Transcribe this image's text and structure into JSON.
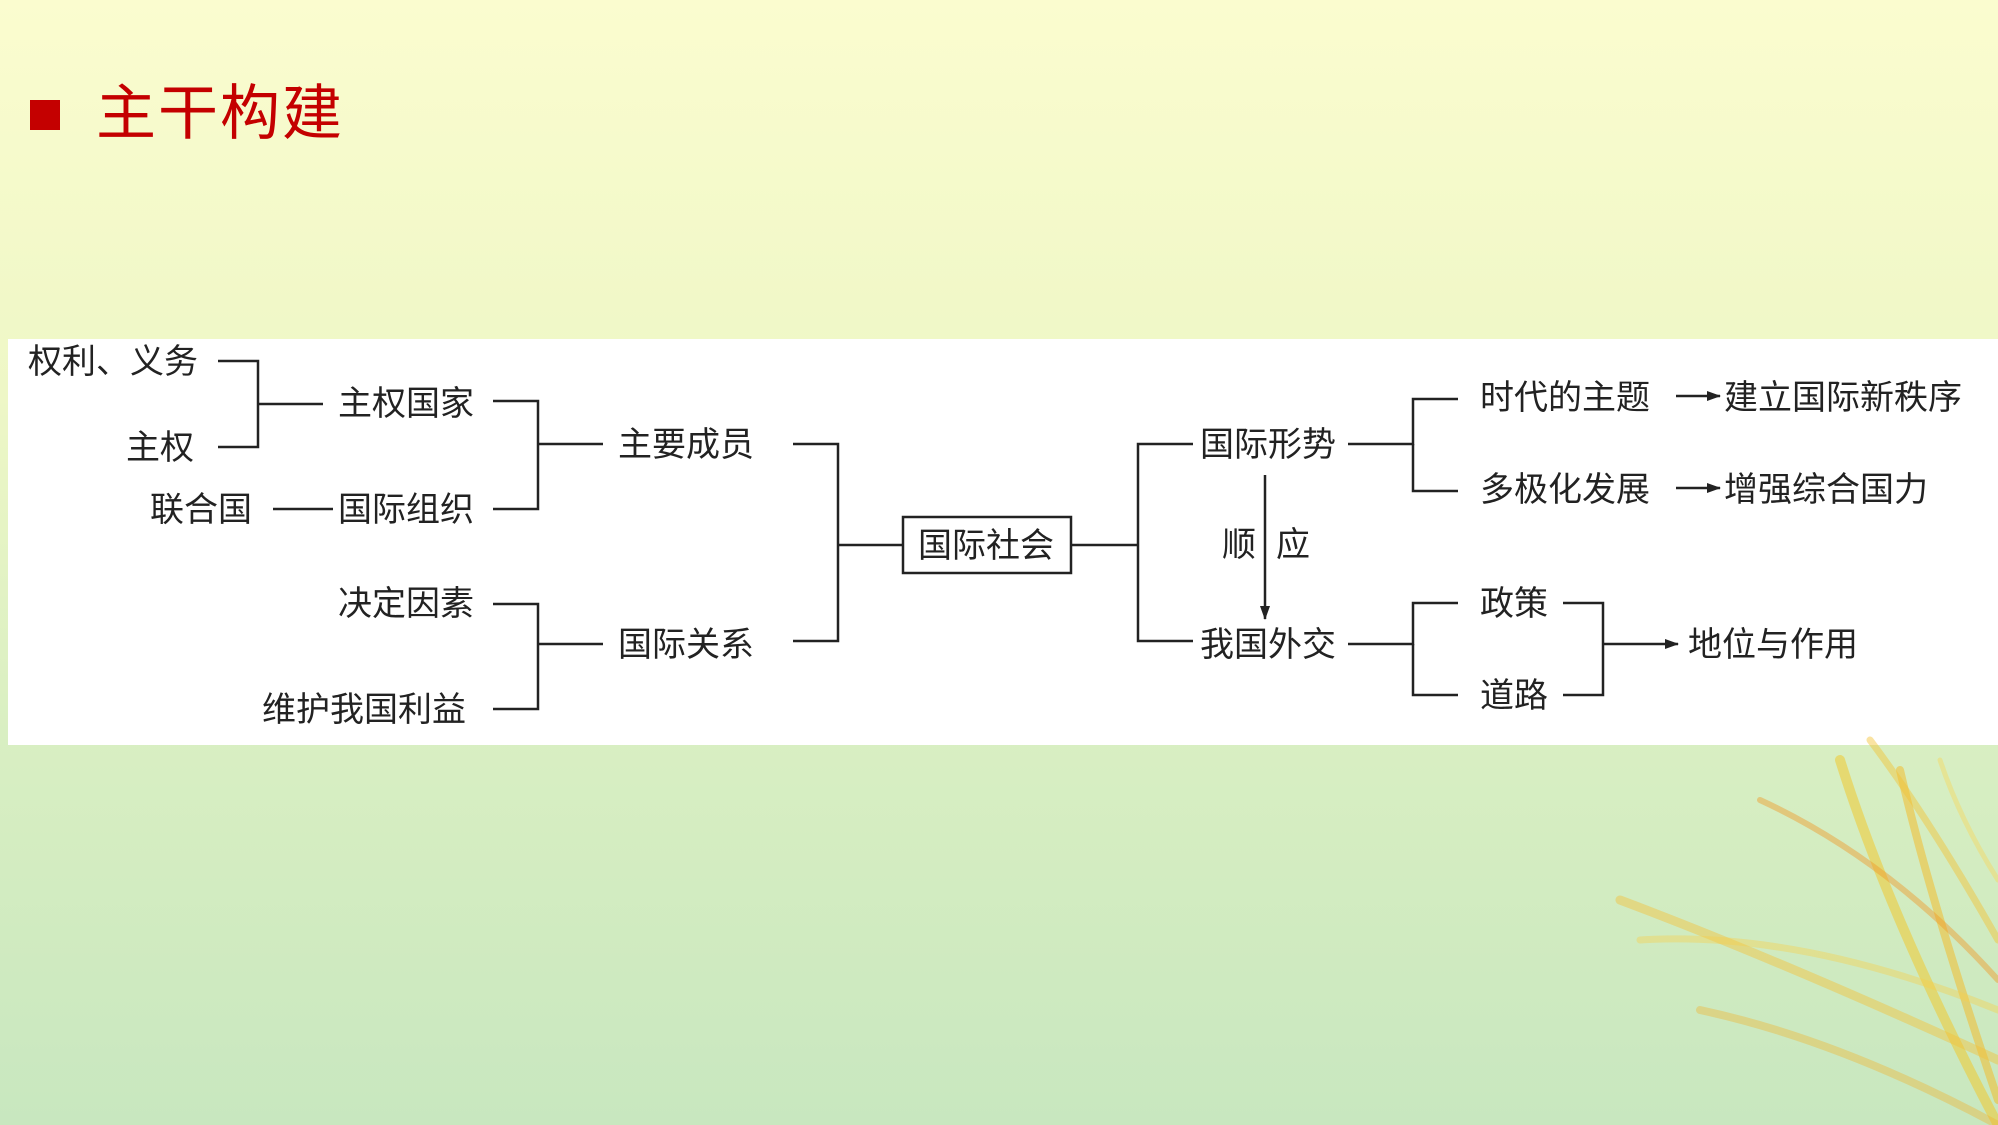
{
  "slide": {
    "heading": "主干构建"
  },
  "diagram": {
    "nodes": {
      "rights": "权利、义务",
      "sovereignty": "主权",
      "un": "联合国",
      "sovereign_state": "主权国家",
      "intl_org": "国际组织",
      "main_members": "主要成员",
      "determinants": "决定因素",
      "national_interest": "维护我国利益",
      "intl_relations": "国际关系",
      "center": "国际社会",
      "intl_situation": "国际形势",
      "diplomacy": "我国外交",
      "theme_of_era": "时代的主题",
      "new_order": "建立国际新秩序",
      "multipolar": "多极化发展",
      "national_power": "增强综合国力",
      "policy": "政策",
      "road": "道路",
      "status": "地位与作用",
      "shun": "顺",
      "ying": "应"
    }
  }
}
